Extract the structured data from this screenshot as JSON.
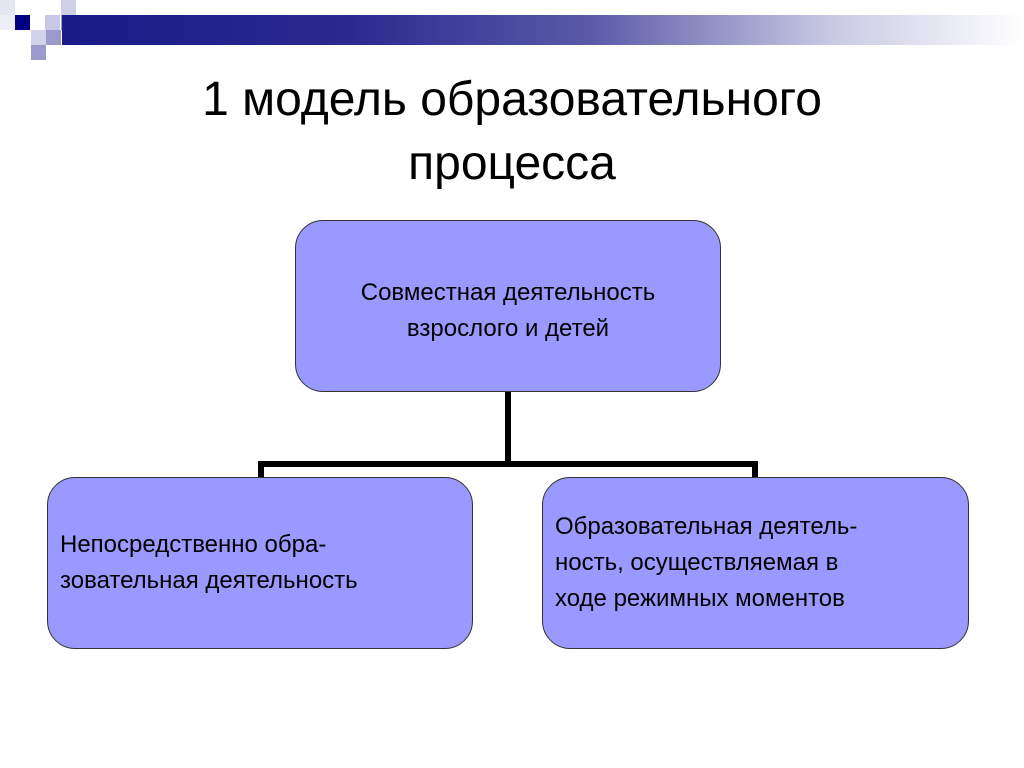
{
  "title": {
    "line1": "1 модель образовательного",
    "line2": "процесса"
  },
  "diagram": {
    "root": {
      "line1": "Совместная деятельность",
      "line2": "взрослого и детей"
    },
    "children": [
      {
        "line1": "Непосредственно обра-",
        "line2": "зовательная деятельность"
      },
      {
        "line1": "Образовательная деятель-",
        "line2": "ность, осуществляемая в",
        "line3": "ходе режимных моментов"
      }
    ]
  },
  "colors": {
    "box_fill": "#9999ff",
    "accent": "#1a1a88"
  }
}
